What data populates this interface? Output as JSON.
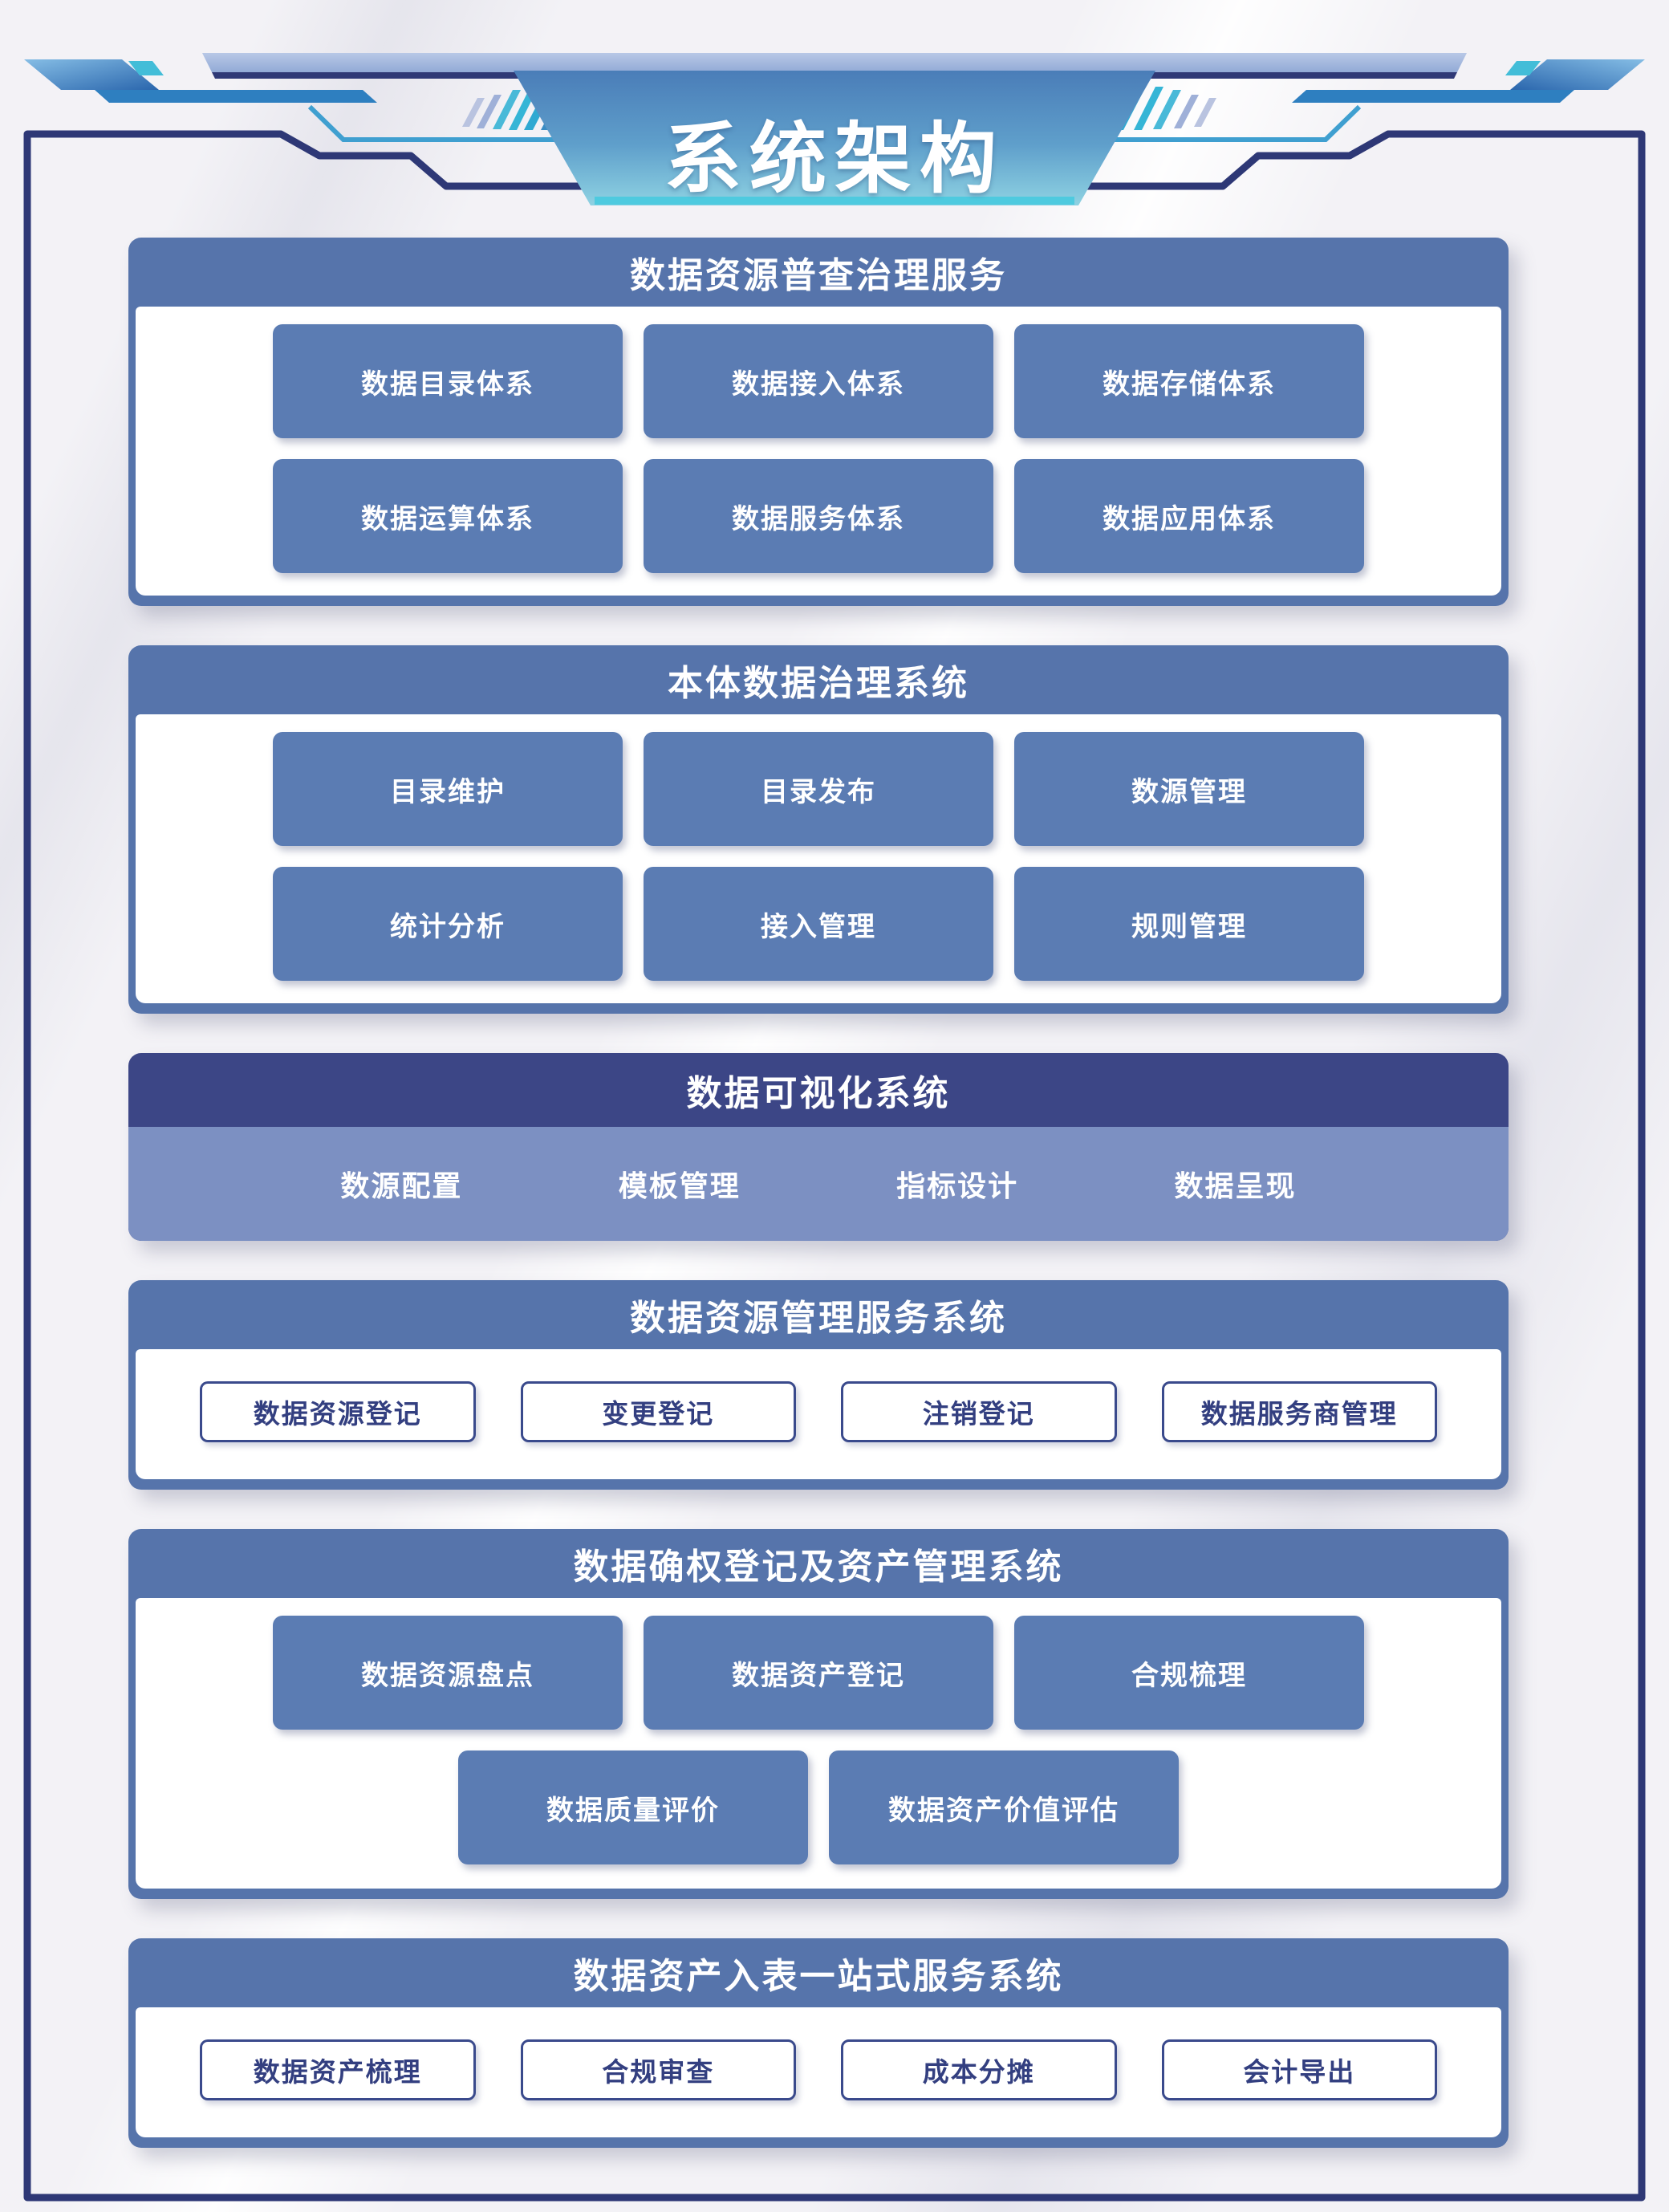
{
  "banner": {
    "title": "系统架构"
  },
  "colors": {
    "section_header_blue": "#5674ab",
    "module_card_blue": "#5b7cb3",
    "visualization_header_navy": "#3c4686",
    "visualization_body_blue": "#7c90c2",
    "outline_button_navy": "#3a4a8c",
    "frame_navy": "#2e3876",
    "banner_gradient_top": "#4a7db8",
    "banner_gradient_bottom": "#8ed2e2",
    "cyan_accent": "#43bdd8"
  },
  "sections": [
    {
      "title": "数据资源普查治理服务",
      "items": [
        "数据目录体系",
        "数据接入体系",
        "数据存储体系",
        "数据运算体系",
        "数据服务体系",
        "数据应用体系"
      ]
    },
    {
      "title": "本体数据治理系统",
      "items": [
        "目录维护",
        "目录发布",
        "数源管理",
        "统计分析",
        "接入管理",
        "规则管理"
      ]
    },
    {
      "title": "数据可视化系统",
      "items": [
        "数源配置",
        "模板管理",
        "指标设计",
        "数据呈现"
      ]
    },
    {
      "title": "数据资源管理服务系统",
      "items": [
        "数据资源登记",
        "变更登记",
        "注销登记",
        "数据服务商管理"
      ]
    },
    {
      "title": "数据确权登记及资产管理系统",
      "items": [
        "数据资源盘点",
        "数据资产登记",
        "合规梳理",
        "数据质量评价",
        "数据资产价值评估"
      ]
    },
    {
      "title": "数据资产入表一站式服务系统",
      "items": [
        "数据资产梳理",
        "合规审查",
        "成本分摊",
        "会计导出"
      ]
    }
  ]
}
